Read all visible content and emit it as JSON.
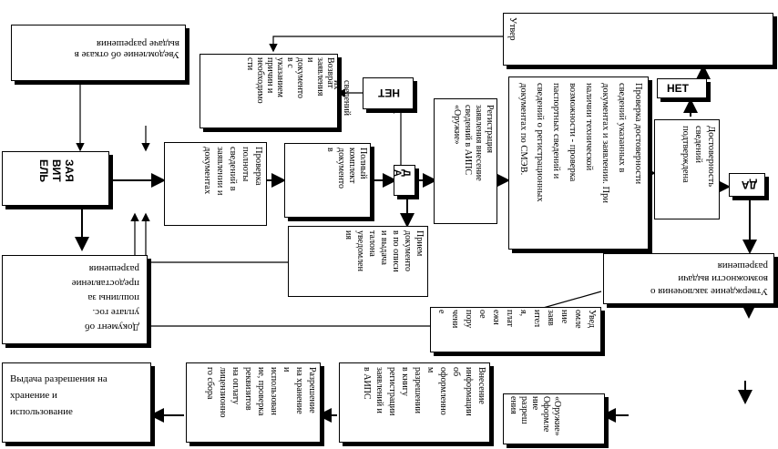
{
  "diagram": {
    "zayavitel": "ЗАЯ\nВИТ\nЕЛЬ",
    "uvedomlenie_otkaz": "Уведомление об отказе в\nвыдаче разрешения",
    "vozvrat": "Возврат\nзаявления\nи\nдокументо\nв с\nуказанием\nпричин и\nнеобходимо\nсти",
    "net_top": "НЕТ",
    "svedeniy": "сведений\nих",
    "utverzhdenie_top": "Утвер\nждени\nе\nзакло\nчения\nо\nневозм\nожнос\nти\nвыдач\nи\nразреш\nения",
    "net_right": "НЕТ",
    "proverka_dostovernosti": "Проверка достоверности\nсведений указанных в\nдокументах и заявлении. При\nналичии технической\nвозможности - проверка\nпаспортных сведений и\nсведений о регистрационных\nдокументах по СМЭВ.",
    "registratsiya": "Регистрация\nзаявления внесение\nсведений в АИПС\n«Оружие»",
    "da_mid": "Д\nА",
    "polny_komplekt": "Полный\nкомплект\nдокументо\nв",
    "proverka_polnoty": "Проверка\nполноты\nсведений в\nзаявлении и\nдокументах",
    "dostovernost": "Достоверность\nсведений\nподтверждена",
    "da_right": "ДА",
    "priem": "Прием\nдокументо\nв по описи\nи выдача\nталона\nуведомлен\nия",
    "dokument_poshlina": "Документ об\nуплате гос.\nпошлины за\nпредоставление\nразрешения",
    "utverzhdenie_vozmozhnosti": "Утверждение заключения о\nвозможности выдачи\nразрешения",
    "uvedomlenie_poruchenie": "Увед\nомле\nние\nзаяв\nител\nя,\nплат\nежн\nое\nпору\nчени\nе",
    "vydacha": "Выдача разрешения на\nхранение и\nиспользование",
    "razreshenie": "Разрешение\nна хранение\nи\nиспользован\nие, проверка\nреквизитов\nна оплату\nлицензионно\nго сбора",
    "vnesenie": "Внесение\nинформации\nоб\nоформленно\nм\nразрешении\nв книгу\nрегистрации\nзаявлений и\nв АИПС",
    "oformlenie": "«Оружие»\nОформле\nние\nразреш\nения"
  }
}
